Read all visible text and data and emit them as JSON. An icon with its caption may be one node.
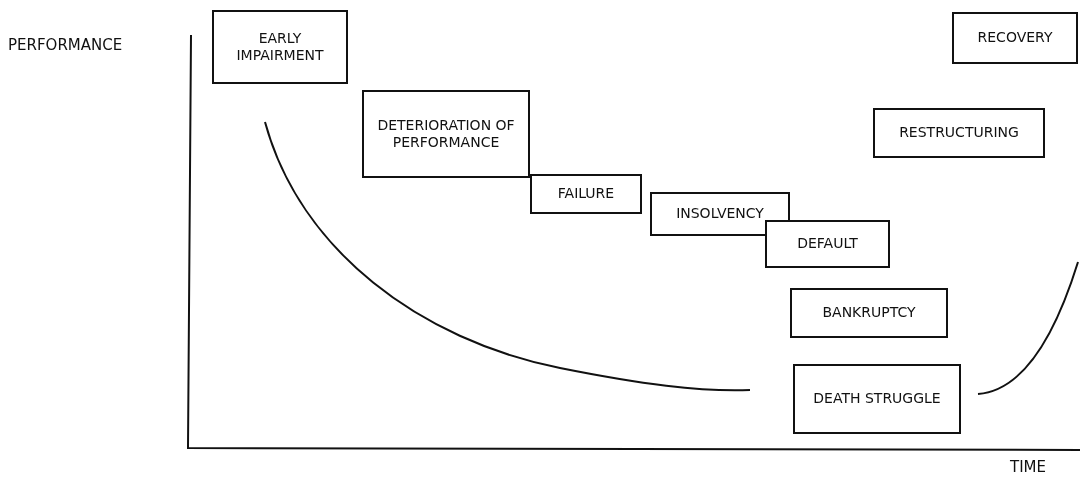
{
  "diagram": {
    "nodes": [
      {
        "text": [
          "EARLY IMPAIRMENT"
        ]
      },
      {
        "text": [
          "DETERIORATION OF PERFORMANCE"
        ]
      },
      {
        "text": [
          "FAILURE"
        ]
      },
      {
        "text": [
          "INSOLVENCY"
        ]
      },
      {
        "text": [
          "DEFAULT"
        ]
      },
      {
        "text": [
          "BANKRUPTCY"
        ]
      },
      {
        "text": [
          "DEATH STRUGGLE"
        ]
      },
      {
        "text": [
          "RESTRUCTURING"
        ]
      },
      {
        "text": [
          "RECOVERY"
        ]
      }
    ],
    "labels": [
      "PERFORMANCE",
      "TIME"
    ]
  }
}
